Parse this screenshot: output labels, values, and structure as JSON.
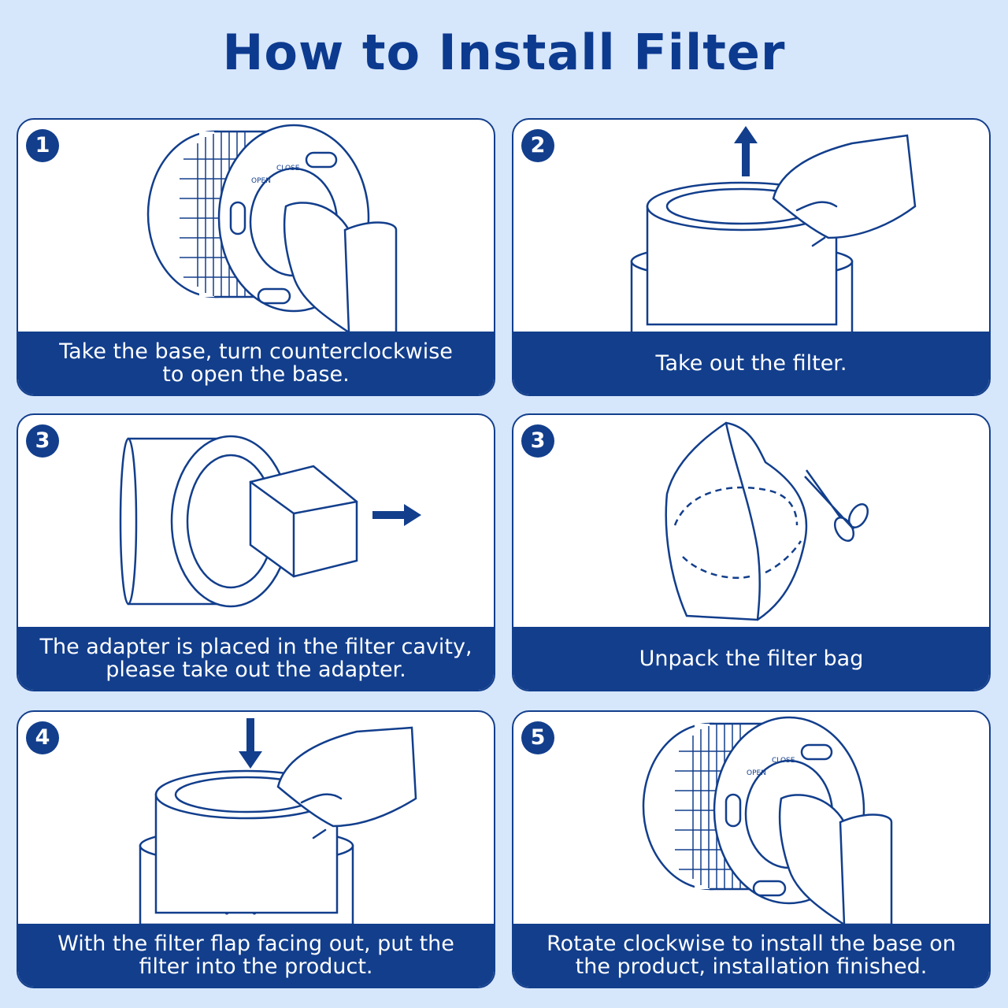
{
  "title": "How to Install Filter",
  "steps": [
    {
      "number": "1",
      "caption_line1": "Take the base, turn counterclockwise",
      "caption_line2": "to open the base."
    },
    {
      "number": "2",
      "caption_line1": "Take out the filter.",
      "caption_line2": ""
    },
    {
      "number": "3",
      "caption_line1": "The adapter is placed in the filter cavity,",
      "caption_line2": "please take out the adapter."
    },
    {
      "number": "3",
      "caption_line1": "Unpack the filter bag",
      "caption_line2": ""
    },
    {
      "number": "4",
      "caption_line1": "With the filter flap facing out, put the",
      "caption_line2": "filter into the product."
    },
    {
      "number": "5",
      "caption_line1": "Rotate clockwise to install the base on",
      "caption_line2": "the product, installation finished."
    }
  ],
  "base_labels": {
    "open": "OPEN",
    "close": "CLOSE"
  },
  "colors": {
    "accent": "#123e8c",
    "title": "#0c3a8f",
    "background": "#d6e6fb",
    "card": "#ffffff"
  }
}
